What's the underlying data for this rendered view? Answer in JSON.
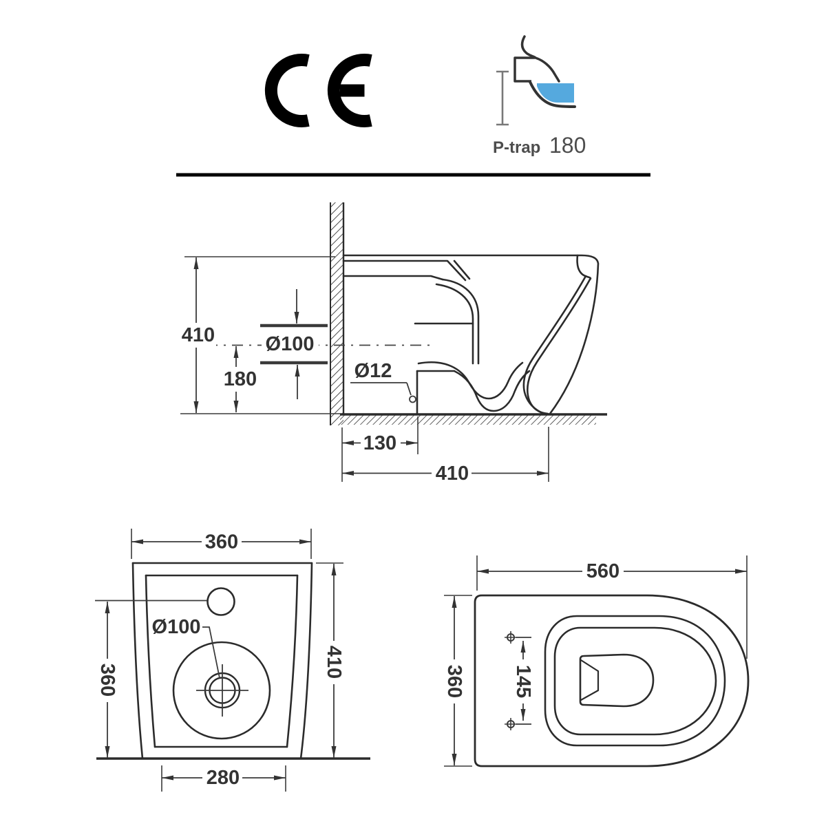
{
  "certification": {
    "mark": "CE"
  },
  "trap_icon": {
    "type": "P-trap",
    "value": "180"
  },
  "side_view": {
    "height": "410",
    "inlet_diameter": "Ø100",
    "inlet_center_from_floor": "180",
    "fixing_hole": "Ø12",
    "trap_offset": "130",
    "depth": "410"
  },
  "front_view": {
    "top_width": "360",
    "outlet_diameter": "Ø100",
    "left_height": "360",
    "overall_height": "410",
    "base_width": "280"
  },
  "top_view": {
    "depth": "560",
    "width": "360",
    "fixing_hole_spacing": "145"
  },
  "colors": {
    "water": "#55A9DE",
    "ink": "#2b2b2b",
    "dim": "#3a3a3a",
    "label_gray": "#4d4d4d"
  }
}
